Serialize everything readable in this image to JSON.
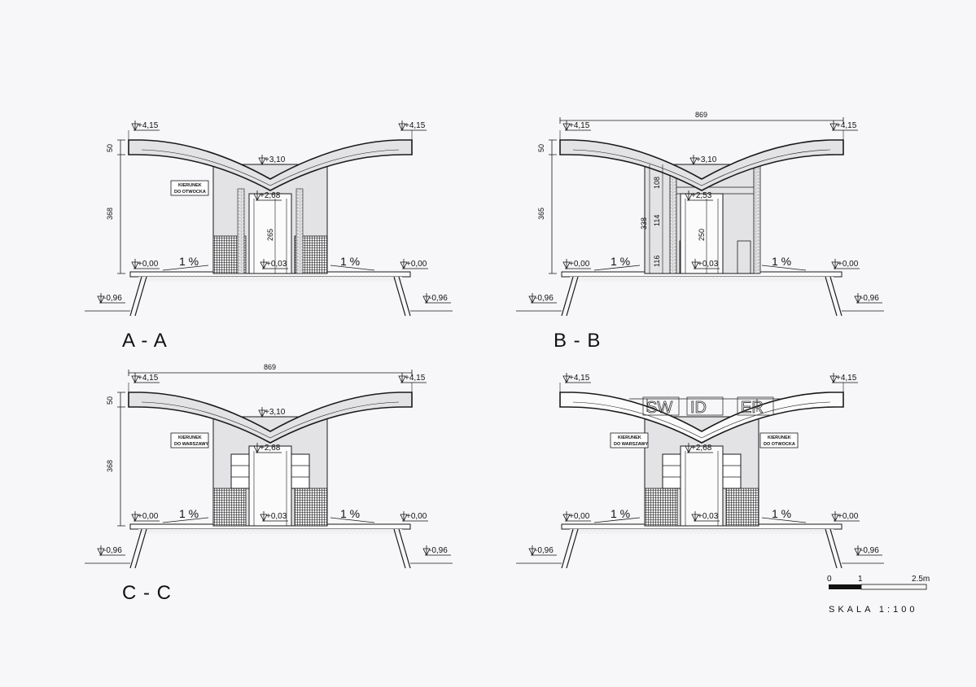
{
  "sections": [
    {
      "id": "A-A",
      "title": "A - A",
      "levels": {
        "top_left": "+4,15",
        "top_right": "+4,15",
        "center": "+3,10",
        "door": "+2,68",
        "floor": "+0,03",
        "ground_left": "+0,00",
        "ground_right": "+0,00",
        "base_left": "-0,96",
        "base_right": "-0,96"
      },
      "dims": {
        "width": "",
        "roof": "50",
        "height": "368",
        "door": "265"
      },
      "slopes": [
        "1 %",
        "1 %"
      ],
      "signs": [
        {
          "line1": "KIERUNEK",
          "line2": "DO OTWOCKA"
        }
      ],
      "facade_letters": []
    },
    {
      "id": "B-B",
      "title": "B - B",
      "levels": {
        "top_left": "+4,15",
        "top_right": "+4,15",
        "center": "+3,10",
        "door": "+2,53",
        "floor": "+0,03",
        "ground_left": "+0,00",
        "ground_right": "+0,00",
        "base_left": "-0,96",
        "base_right": "-0,96"
      },
      "dims": {
        "width": "869",
        "roof": "50",
        "height": "365",
        "wall_total": "338",
        "wall_top": "108",
        "wall_mid": "114",
        "wall_low": "116",
        "door": "250"
      },
      "slopes": [
        "1 %",
        "1 %"
      ],
      "signs": [],
      "facade_letters": []
    },
    {
      "id": "C-C",
      "title": "C - C",
      "levels": {
        "top_left": "+4,15",
        "top_right": "+4,15",
        "center": "+3,10",
        "door": "+2,68",
        "floor": "+0,03",
        "ground_left": "+0,00",
        "ground_right": "+0,00",
        "base_left": "-0,96",
        "base_right": "-0,96"
      },
      "dims": {
        "width": "869",
        "roof": "50",
        "height": "368"
      },
      "slopes": [
        "1 %",
        "1 %"
      ],
      "signs": [
        {
          "line1": "KIERUNEK",
          "line2": "DO WARSZAWY"
        }
      ],
      "facade_letters": []
    },
    {
      "id": "elevation",
      "title": "",
      "levels": {
        "top_left": "+4,15",
        "top_right": "+4,15",
        "door": "+2,68",
        "floor": "+0,03",
        "ground_left": "+0,00",
        "ground_right": "+0,00",
        "base_left": "-0,96",
        "base_right": "-0,96"
      },
      "dims": {
        "width": ""
      },
      "slopes": [
        "1 %",
        "1 %"
      ],
      "signs": [
        {
          "line1": "KIERUNEK",
          "line2": "DO WARSZAWY"
        },
        {
          "line1": "KIERUNEK",
          "line2": "DO OTWOCKA"
        }
      ],
      "facade_letters": [
        "SW",
        "ID",
        "ER"
      ]
    }
  ],
  "scale_bar": {
    "ticks": [
      "0",
      "1",
      "2.5m"
    ],
    "label": "SKALA  1:100"
  },
  "colors": {
    "line": "#1a1a1a",
    "paper": "#f7f7f9",
    "wall_fill": "#e3e3e6",
    "hatch_fill": "#9a9a9f"
  }
}
